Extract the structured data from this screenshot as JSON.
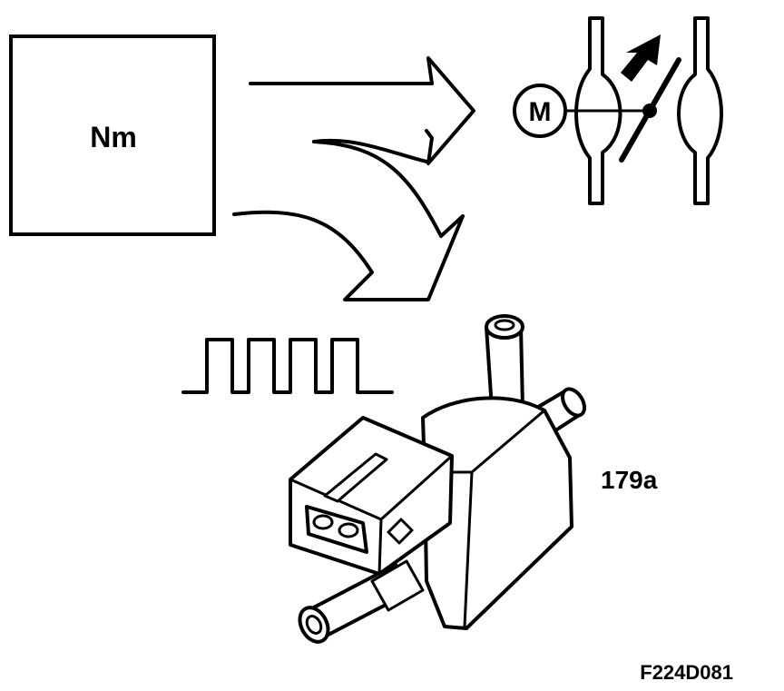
{
  "control_unit": {
    "label": "Nm"
  },
  "throttle": {
    "motor_label": "M"
  },
  "valve": {
    "part_number": "179a"
  },
  "figure": {
    "reference": "F224D081"
  }
}
